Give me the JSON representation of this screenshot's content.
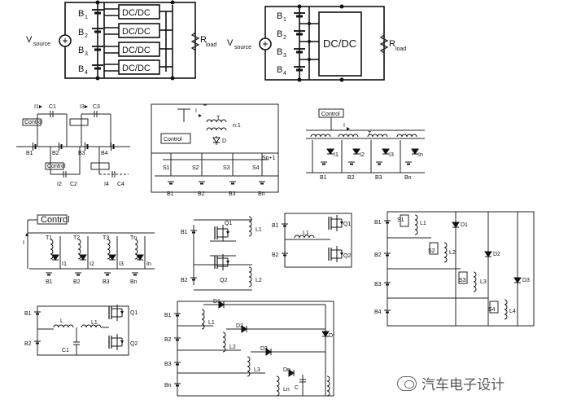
{
  "diagram1": {
    "vsource": "V",
    "vsource_sub": "source",
    "rload": "R",
    "rload_sub": "load",
    "batteries": [
      "B",
      "B",
      "B",
      "B"
    ],
    "battery_subs": [
      "1",
      "2",
      "3",
      "4"
    ],
    "converters": [
      "DC/DC",
      "DC/DC",
      "DC/DC",
      "DC/DC"
    ]
  },
  "diagram2": {
    "vsource": "V",
    "vsource_sub": "source",
    "rload": "R",
    "rload_sub": "load",
    "batteries": [
      "B",
      "B",
      "B",
      "B"
    ],
    "battery_subs": [
      "1",
      "2",
      "3",
      "4"
    ],
    "converter": "DC/DC"
  },
  "diagram3": {
    "control_top": "Control",
    "control_bottom": "Control",
    "currents_top": [
      "I1",
      "I3"
    ],
    "caps_top": [
      "C1",
      "C3"
    ],
    "currents_bottom": [
      "I2",
      "I4"
    ],
    "caps_bottom": [
      "C2",
      "C4"
    ],
    "batteries": [
      "B1",
      "B2",
      "B3",
      "B4"
    ]
  },
  "diagram4": {
    "control": "Control",
    "transformer": "T",
    "ratio": "n:1",
    "current": "I",
    "diode": "D",
    "switches": [
      "S1",
      "S2",
      "S3",
      "S4",
      "Sn+1"
    ],
    "batteries": [
      "B1",
      "B2",
      "B3",
      "Bn"
    ]
  },
  "diagram5": {
    "control": "Control",
    "current": "I",
    "transformer": "T",
    "currents": [
      "I1",
      "I2",
      "I3",
      "In"
    ],
    "batteries": [
      "B1",
      "B2",
      "B3",
      "Bn"
    ]
  },
  "diagram6": {
    "control": "Control",
    "transformers": [
      "T1",
      "T2",
      "T3",
      "Tn"
    ],
    "currents": [
      "I1",
      "I2",
      "I3",
      "In"
    ],
    "batteries": [
      "B1",
      "B2",
      "B3",
      "Bn"
    ],
    "primary_current": "I"
  },
  "diagram7": {
    "batteries": [
      "B1",
      "B2"
    ],
    "switches": [
      "Q1",
      "Q2"
    ],
    "inductors": [
      "L1",
      "L2"
    ]
  },
  "diagram8": {
    "batteries": [
      "B1",
      "B2"
    ],
    "switches": [
      "Q1",
      "Q2"
    ],
    "inductor": "L1"
  },
  "diagram9": {
    "batteries": [
      "B1",
      "B2",
      "B3",
      "B4"
    ],
    "switches": [
      "S1",
      "S2",
      "S3",
      "S4"
    ],
    "inductors": [
      "L1",
      "L2",
      "L3",
      "L4"
    ],
    "diodes": [
      "D1",
      "D2",
      "D3"
    ]
  },
  "diagram10": {
    "batteries": [
      "B1",
      "B2"
    ],
    "inductors": [
      "L",
      "L1"
    ],
    "capacitor": "C1",
    "switches": [
      "Q1",
      "Q2"
    ]
  },
  "diagram11": {
    "batteries": [
      "B1",
      "B2",
      "B3",
      "Bn"
    ],
    "inductors": [
      "L1",
      "L2",
      "L3",
      "Ln"
    ],
    "diodes": [
      "D1",
      "D2",
      "D3",
      "Dn"
    ],
    "capacitor": "C",
    "output_diode": "Dr"
  },
  "watermark": "汽车电子设计"
}
